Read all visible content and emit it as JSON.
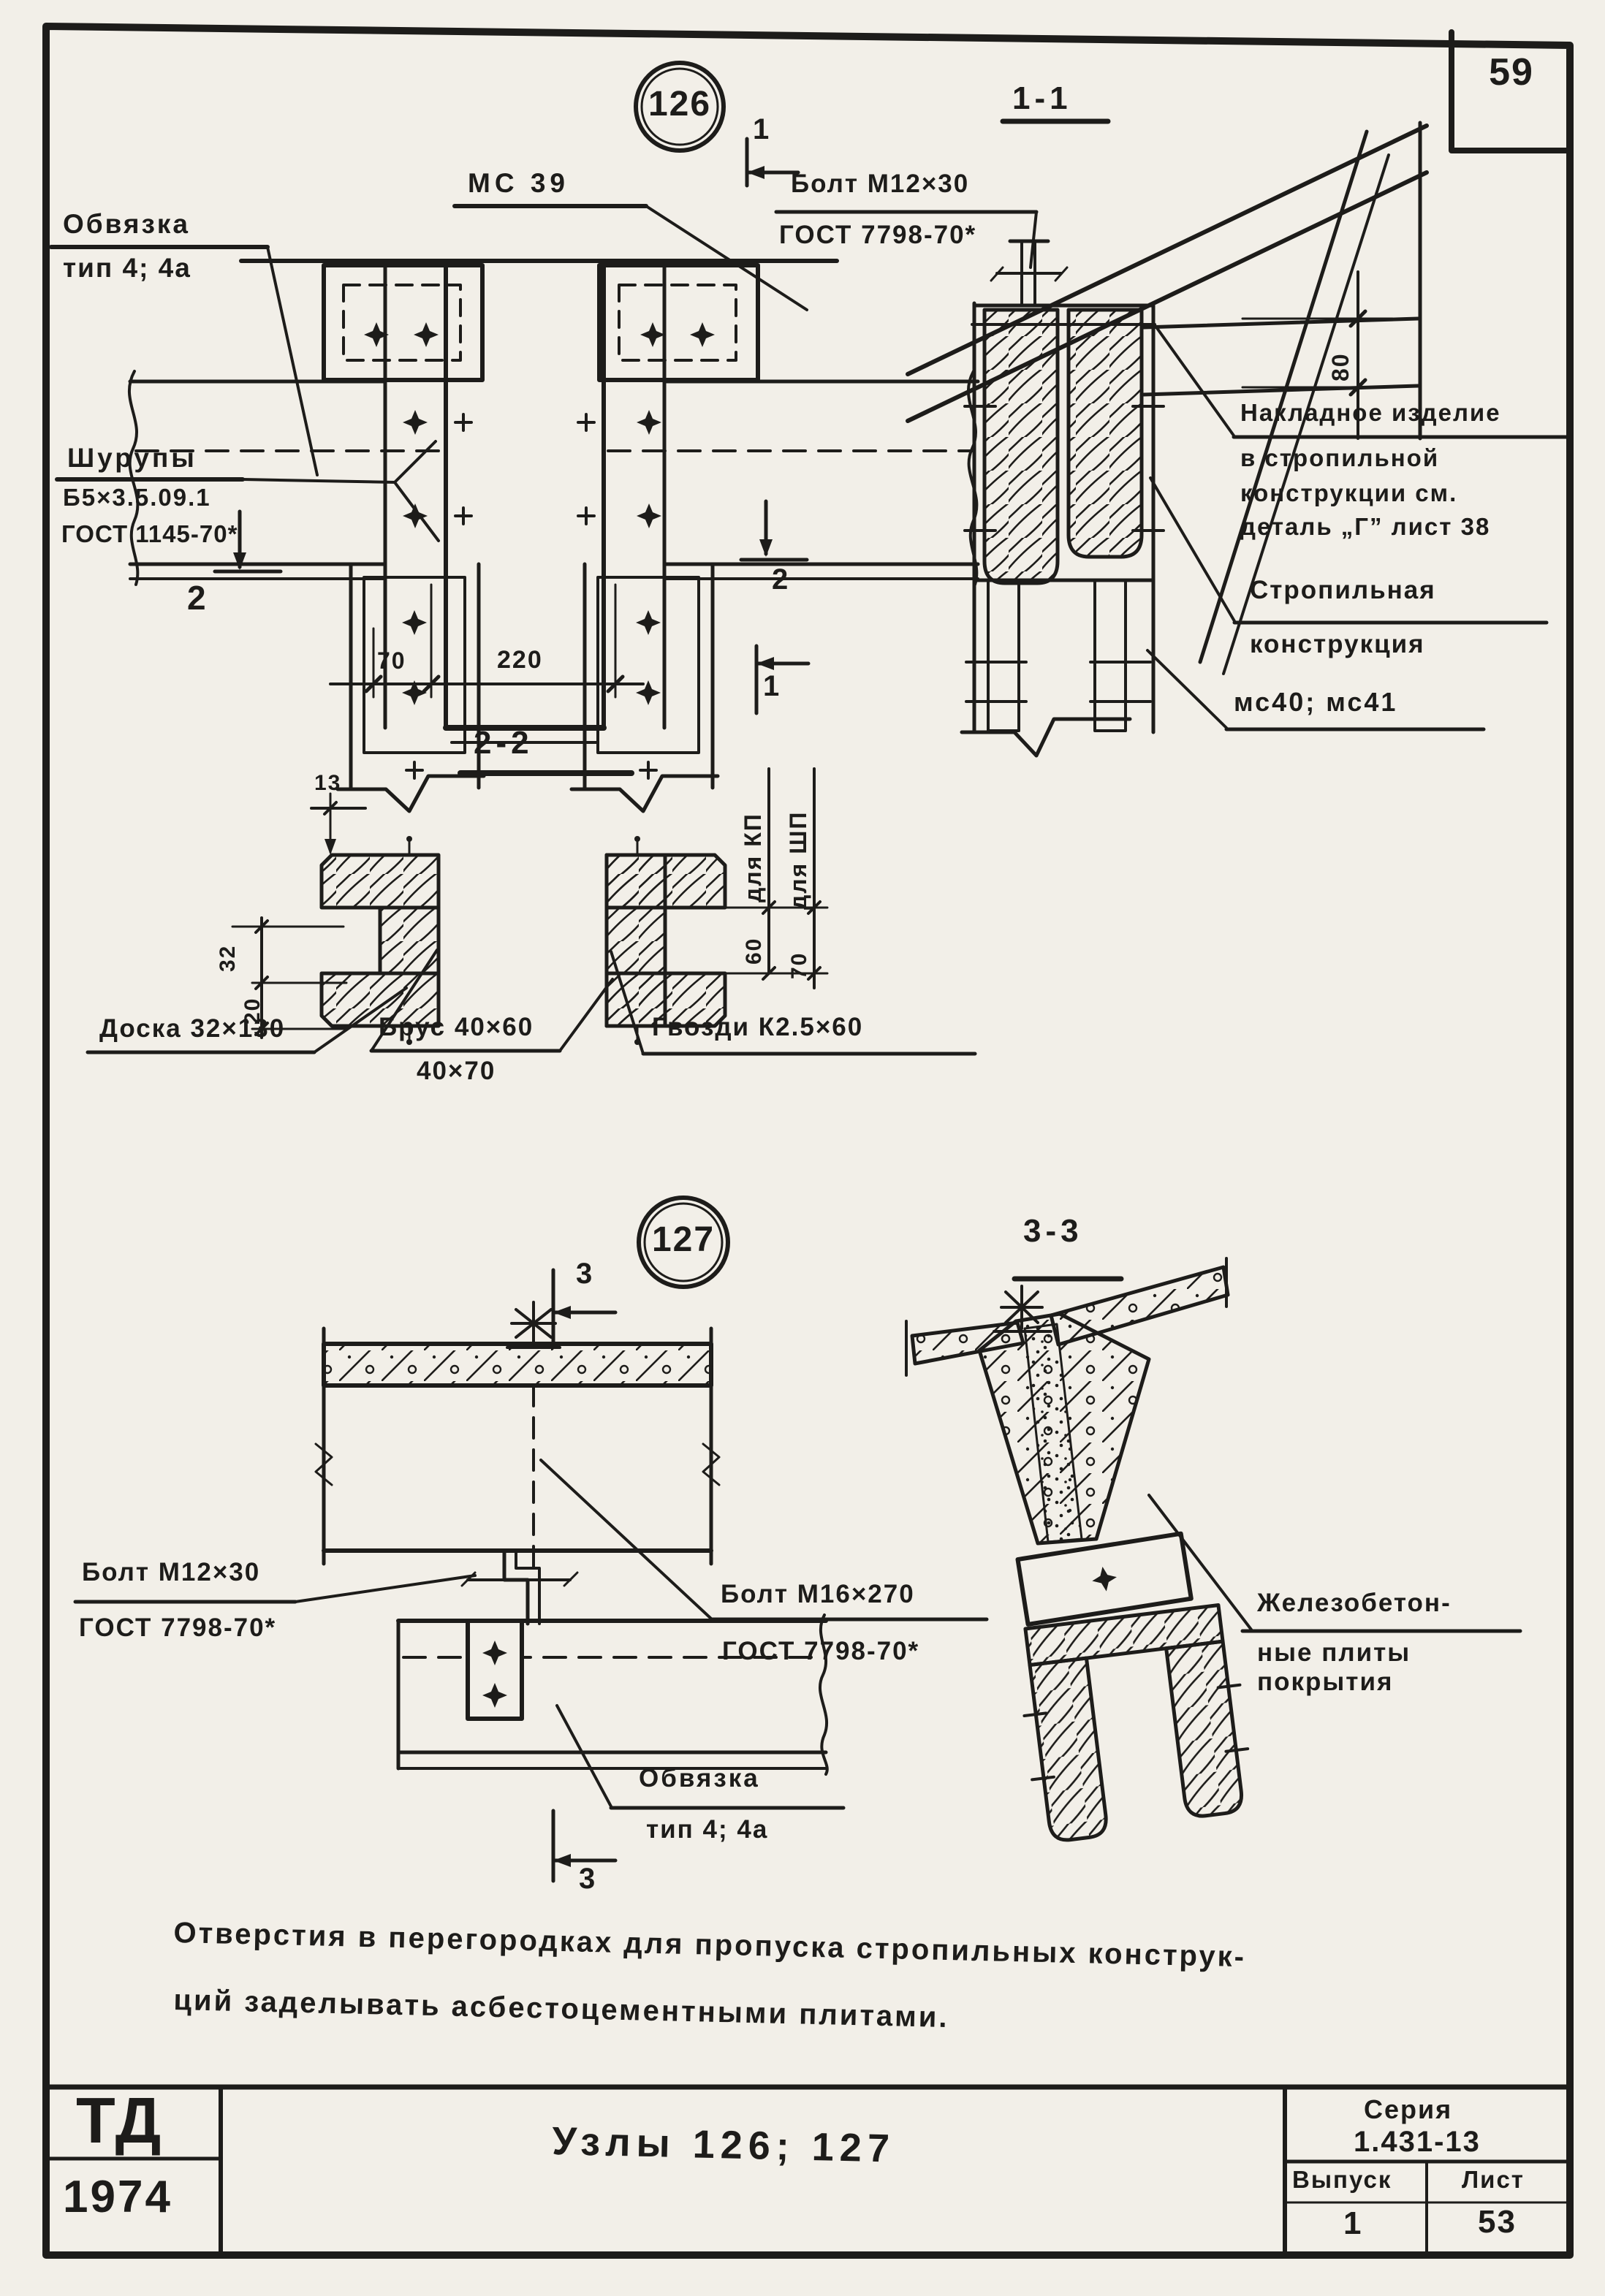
{
  "colors": {
    "paper": "#f2efe8",
    "ink": "#1d1c1a"
  },
  "sheet": {
    "corner_number": "59"
  },
  "node126": {
    "number": "126",
    "mc39": "МС 39",
    "obvyazka": [
      "Обвязка",
      "тип 4; 4а"
    ],
    "bolt": [
      "Болт М12×30",
      "ГОСТ 7798-70*"
    ],
    "shurupy": [
      "Шурупы",
      "Б5×3.5.09.1",
      "ГОСТ 1145-70*"
    ],
    "dim_70": "70",
    "dim_220": "220",
    "dim_80": "80",
    "marker_1": "1",
    "marker_2": "2",
    "section_title": "1-1",
    "nakladnoe": [
      "Накладное изделие",
      "в стропильной",
      "конструкции см.",
      "деталь „Г” лист 38"
    ],
    "stropilnaya": [
      "Стропильная",
      "конструкция"
    ],
    "mc4041": "мс40; мс41"
  },
  "section22": {
    "title": "2-2",
    "dim_13": "13",
    "dim_32": "32",
    "dim_20": "20",
    "dim_60": "60",
    "dim_70": "70",
    "dlya_kp": "для КП",
    "dlya_shp": "для ШП",
    "doska": "Доска 32×130",
    "brus": [
      "Брус 40×60",
      "40×70"
    ],
    "gvozdi": "Гвозди К2.5×60"
  },
  "node127": {
    "number": "127",
    "marker_3": "3",
    "section_title": "3-3",
    "bolt12": [
      "Болт М12×30",
      "ГОСТ 7798-70*"
    ],
    "bolt16": [
      "Болт М16×270",
      "ГОСТ 7798-70*"
    ],
    "obvyazka": [
      "Обвязка",
      "тип 4; 4а"
    ],
    "zhb_plity": [
      "Железобетон-",
      "ные плиты",
      "покрытия"
    ]
  },
  "note": [
    "Отверстия в перегородках для пропуска стропильных конструк-",
    "ций заделывать асбестоцементными плитами."
  ],
  "title_block": {
    "logo": "ТД",
    "year": "1974",
    "title": "Узлы 126; 127",
    "series_label": "Серия",
    "series_value": "1.431-13",
    "issue_label": "Выпуск",
    "issue_value": "1",
    "sheet_label": "Лист",
    "sheet_value": "53"
  }
}
